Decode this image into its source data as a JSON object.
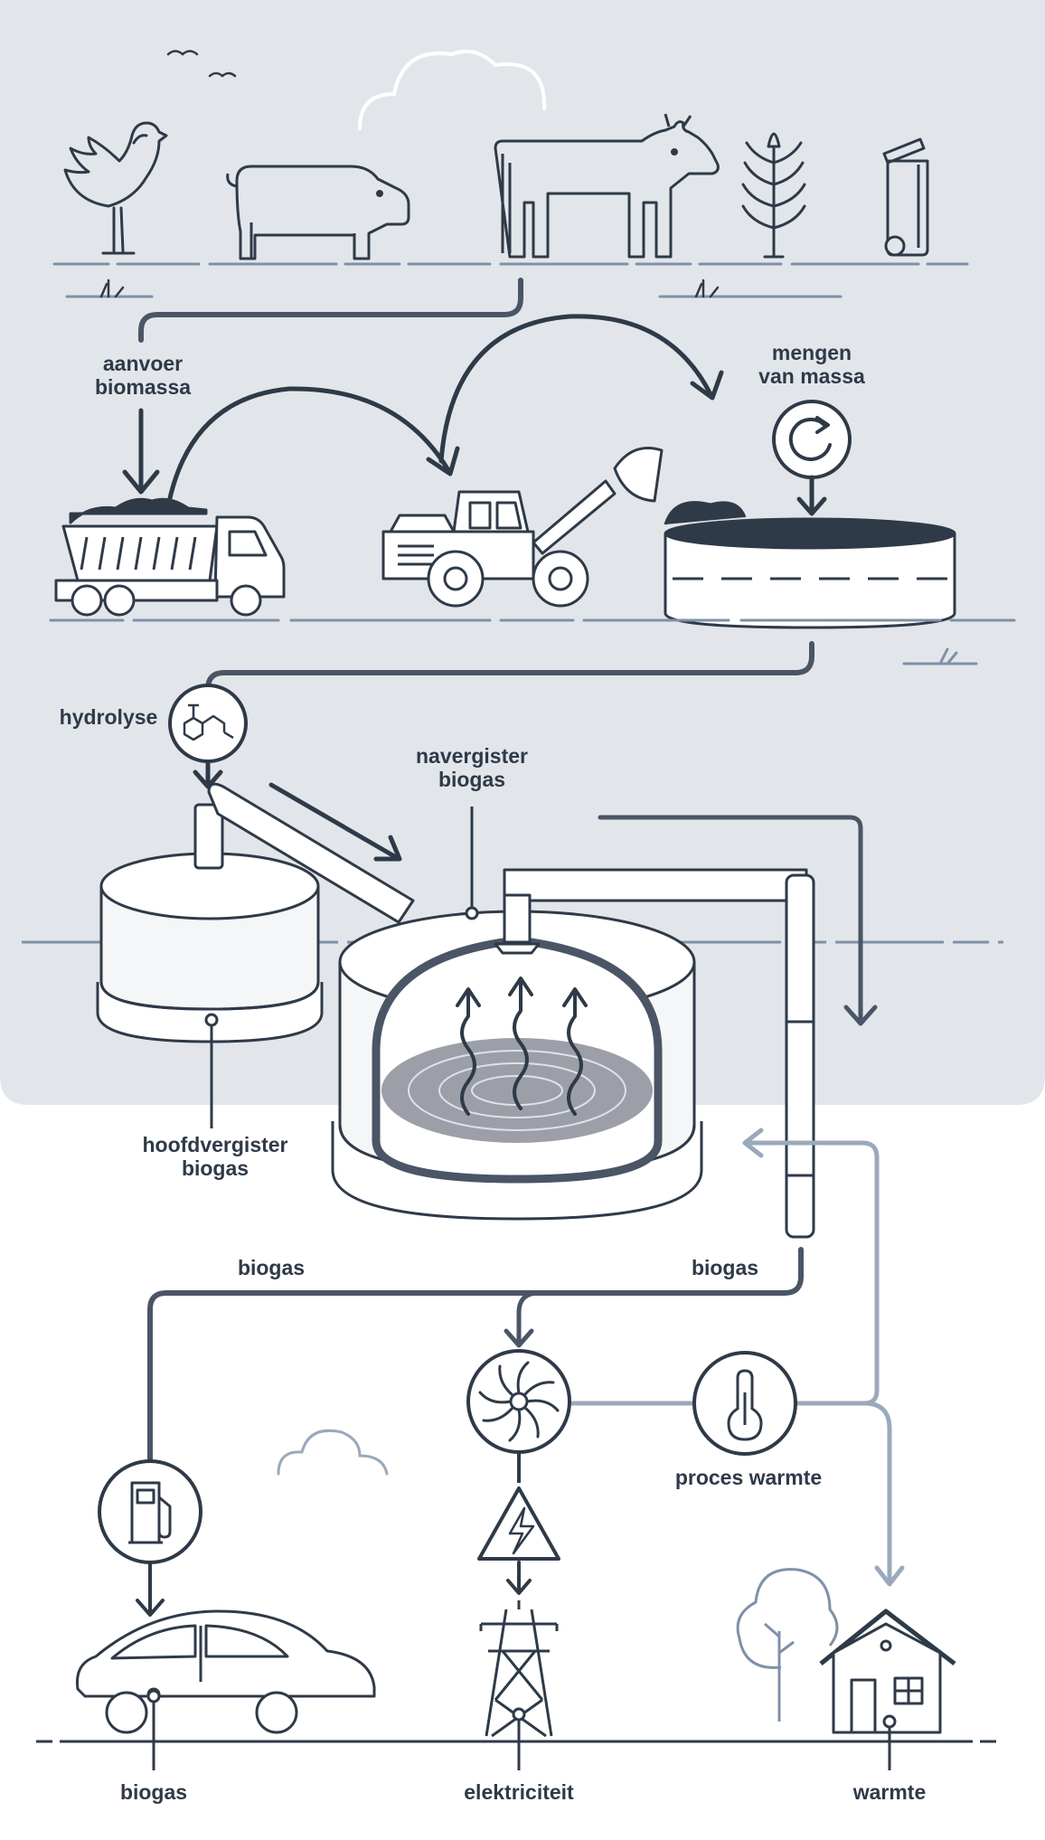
{
  "labels": {
    "aanvoer_line1": "aanvoer",
    "aanvoer_line2": "biomassa",
    "mengen_line1": "mengen",
    "mengen_line2": "van massa",
    "hydrolyse": "hydrolyse",
    "navergister_line1": "navergister",
    "navergister_line2": "biogas",
    "hoofdvergister_line1": "hoofdvergister",
    "hoofdvergister_line2": "biogas",
    "biogas_left": "biogas",
    "biogas_right": "biogas",
    "proces_warmte": "proces warmte",
    "output_biogas": "biogas",
    "output_elektriciteit": "elektriciteit",
    "output_warmte": "warmte"
  },
  "colors": {
    "panel": "#e2e6ea",
    "line_dark": "#2f3a48",
    "line_light": "#9aa9bb",
    "liquid": "#9c9fa8",
    "tank_fill": "#f4f6f8"
  },
  "icons": [
    "chicken-icon",
    "pig-icon",
    "cow-icon",
    "maize-plant-icon",
    "waste-bin-icon",
    "dump-truck-icon",
    "wheel-loader-icon",
    "mixing-tank-icon",
    "mix-cycle-icon",
    "molecule-icon",
    "main-digester-icon",
    "post-digester-icon",
    "fan-turbine-icon",
    "thermometer-icon",
    "fuel-pump-icon",
    "high-voltage-icon",
    "power-pylon-icon",
    "car-icon",
    "house-icon",
    "tree-icon",
    "cloud-icon",
    "birds-icon"
  ]
}
